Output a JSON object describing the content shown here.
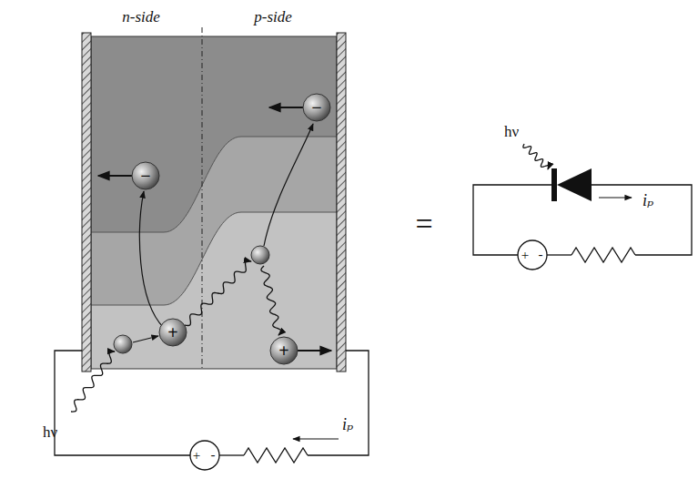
{
  "diagram": {
    "labels": [
      "n-side",
      "p-side",
      "−",
      "−",
      "+",
      "+",
      "hν",
      "iₚ",
      "+",
      "-",
      "=",
      "hν",
      "iₚ",
      "+",
      "-"
    ]
  }
}
